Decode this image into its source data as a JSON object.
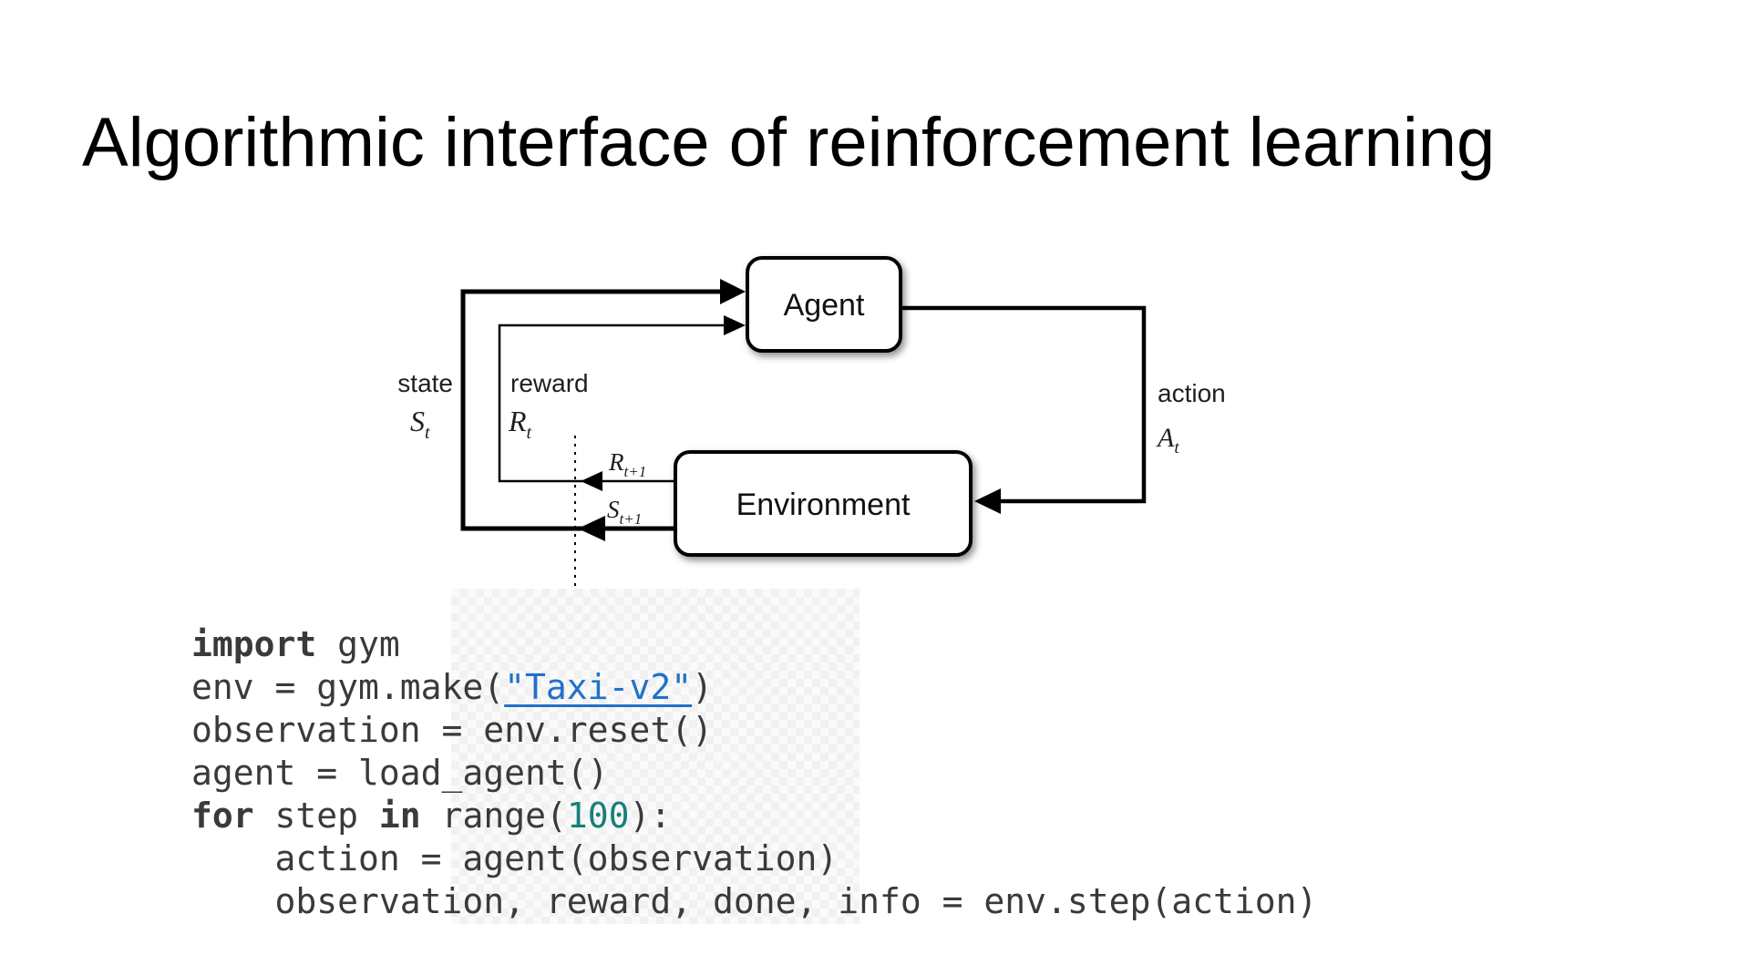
{
  "title": "Algorithmic interface of reinforcement learning",
  "diagram": {
    "agent_label": "Agent",
    "environment_label": "Environment",
    "state_label": "state",
    "state_symbol": {
      "main": "S",
      "sub": "t"
    },
    "reward_label": "reward",
    "reward_symbol": {
      "main": "R",
      "sub": "t"
    },
    "action_label": "action",
    "action_symbol": {
      "main": "A",
      "sub": "t"
    },
    "next_reward_symbol": {
      "main": "R",
      "sub": "t+1"
    },
    "next_state_symbol": {
      "main": "S",
      "sub": "t+1"
    },
    "line_color": "#000000",
    "box_fill": "#ffffff"
  },
  "code": {
    "text_color": "#3a3a3a",
    "string_color": "#1f72c9",
    "number_color": "#168079",
    "lines": [
      {
        "segments": [
          {
            "t": "import",
            "kw": true
          },
          {
            "t": " gym"
          }
        ]
      },
      {
        "segments": [
          {
            "t": "env = gym.make("
          },
          {
            "t": "\"Taxi-v2\"",
            "link": true
          },
          {
            "t": ")"
          }
        ]
      },
      {
        "segments": [
          {
            "t": "observation = env.reset()"
          }
        ]
      },
      {
        "segments": [
          {
            "t": "agent = load_agent()"
          }
        ]
      },
      {
        "segments": [
          {
            "t": "for",
            "kw": true
          },
          {
            "t": " step "
          },
          {
            "t": "in",
            "kw": true
          },
          {
            "t": " range("
          },
          {
            "t": "100",
            "num": true
          },
          {
            "t": "):"
          }
        ]
      },
      {
        "segments": [
          {
            "t": "    action = agent(observation)"
          }
        ]
      },
      {
        "segments": [
          {
            "t": "    observation, reward, done, info = env.step(action)"
          }
        ]
      }
    ]
  }
}
